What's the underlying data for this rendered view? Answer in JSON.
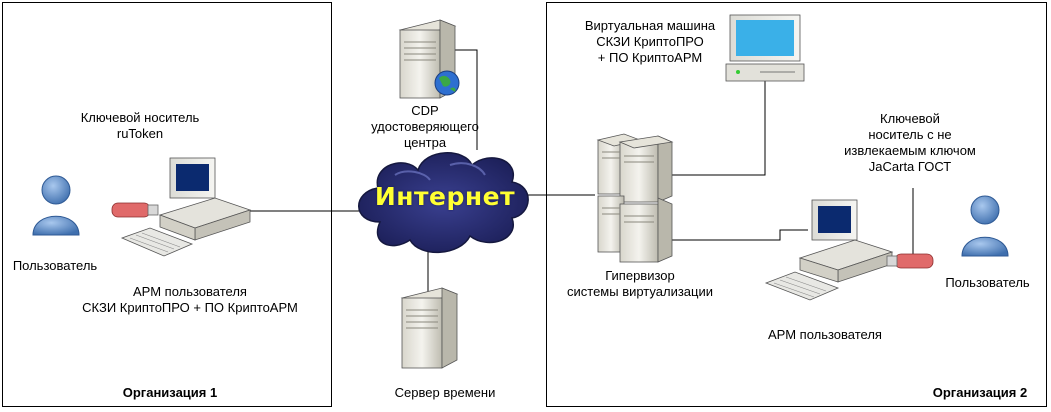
{
  "org1": {
    "label": "Организация 1"
  },
  "org2": {
    "label": "Организация 2"
  },
  "internet": {
    "label": "Интернет"
  },
  "cdp": {
    "line1": "CDP",
    "line2": "удостоверяющего",
    "line3": "центра"
  },
  "time_server": {
    "label": "Сервер времени"
  },
  "org1_token": {
    "line1": "Ключевой носитель",
    "line2": "ruToken"
  },
  "org1_user": {
    "label": "Пользователь"
  },
  "org1_arm": {
    "line1": "АРМ пользователя",
    "line2": "СКЗИ КриптоПРО + ПО КриптоАРМ"
  },
  "vm": {
    "line1": "Виртуальная машина",
    "line2": "СКЗИ КриптоПРО",
    "line3": "+ ПО КриптоАРМ"
  },
  "hypervisor": {
    "line1": "Гипервизор",
    "line2": "системы виртуализации"
  },
  "org2_token": {
    "line1": "Ключевой",
    "line2": "носитель с не",
    "line3": "извлекаемым ключом",
    "line4": "JaCarta ГОСТ"
  },
  "org2_user": {
    "label": "Пользователь"
  },
  "org2_arm": {
    "label": "АРМ пользователя"
  },
  "colors": {
    "cloud": "#2a2f7a",
    "cloud_text": "#ffff33",
    "person": "#4a7fbf",
    "token": "#e06060"
  },
  "icons": [
    "server-icon",
    "globe-icon",
    "workstation-icon",
    "user-icon",
    "usb-token-icon",
    "keyboard-icon",
    "monitor-icon",
    "cloud-icon"
  ]
}
